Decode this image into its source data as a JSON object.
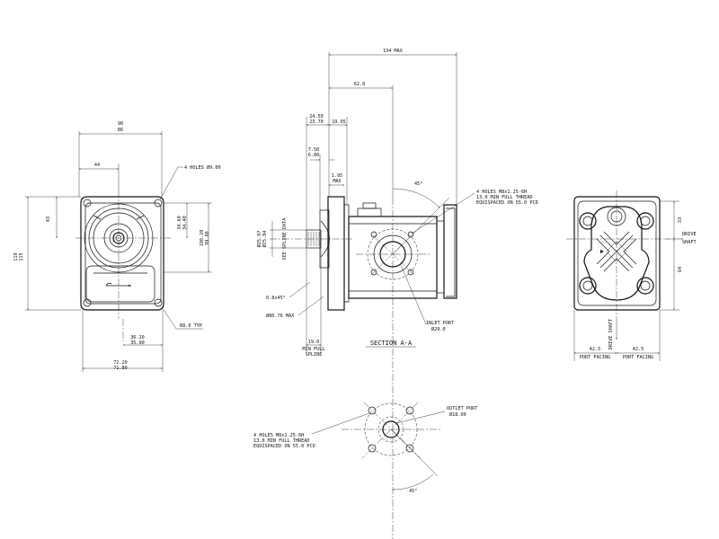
{
  "front_view": {
    "dim_overall_width_1": "90",
    "dim_overall_width_2": "86",
    "dim_offset": "44",
    "dim_vertical_43": "43",
    "dim_height_1": "119",
    "dim_height_2": "115",
    "dim_right_1": "34.60",
    "dim_right_2": "34.40",
    "dim_pilot_1": "100.20",
    "dim_pilot_2": "99.80",
    "dim_bottom_1": "36.10",
    "dim_bottom_2": "35.90",
    "dim_base_1": "72.20",
    "dim_base_2": "71.80",
    "note_holes": "4 HOLES Ø9.00",
    "note_radius": "R8.0 TYP"
  },
  "side_view": {
    "dim_max": "134 MAX",
    "dim_62": "62.8",
    "dim_24_1": "24.50",
    "dim_24_2": "23.70",
    "dim_19": "19.05",
    "dim_7_1": "7.50",
    "dim_7_2": "6.80",
    "dim_1_95": "1.95",
    "dim_1_95_max": "MAX",
    "dim_spline_1": "Ø25.97",
    "dim_spline_2": "Ø25.84",
    "note_spline_data": "SEE SPLINE DATA",
    "note_chamfer": "0.8x45°",
    "note_dia_max": "Ø80.76 MAX",
    "note_min_full_1": "19.0",
    "note_min_full_2": "MIN FULL",
    "note_min_full_3": "SPLINE",
    "angle_45": "45°",
    "note_holes_1": "4 HOLES M8x1.25-6H",
    "note_holes_2": "13.0 MIN FULL THREAD",
    "note_holes_3": "EQUISPACED ON 55.0 PCD",
    "note_inlet_1": "INLET PORT",
    "note_inlet_2": "Ø29.0",
    "section_label": "SECTION  A-A"
  },
  "rear_view": {
    "dim_33": "33",
    "dim_64": "64",
    "dim_left": "42.5",
    "dim_right": "42.5",
    "label_port_left": "PORT FACING",
    "label_port_right": "PORT FACING",
    "label_drive_1": "DRIVE",
    "label_drive_2": "SHAFT",
    "label_drive_vert": "DRIVE SHAFT"
  },
  "outlet_view": {
    "note_holes_1": "4 HOLES M8x1.25-6H",
    "note_holes_2": "13.0 MIN FULL THREAD",
    "note_holes_3": "EQUISPACED ON 55.0 PCD",
    "note_outlet_1": "OUTLET PORT",
    "note_outlet_2": "Ø18.00",
    "angle_45": "45°"
  }
}
